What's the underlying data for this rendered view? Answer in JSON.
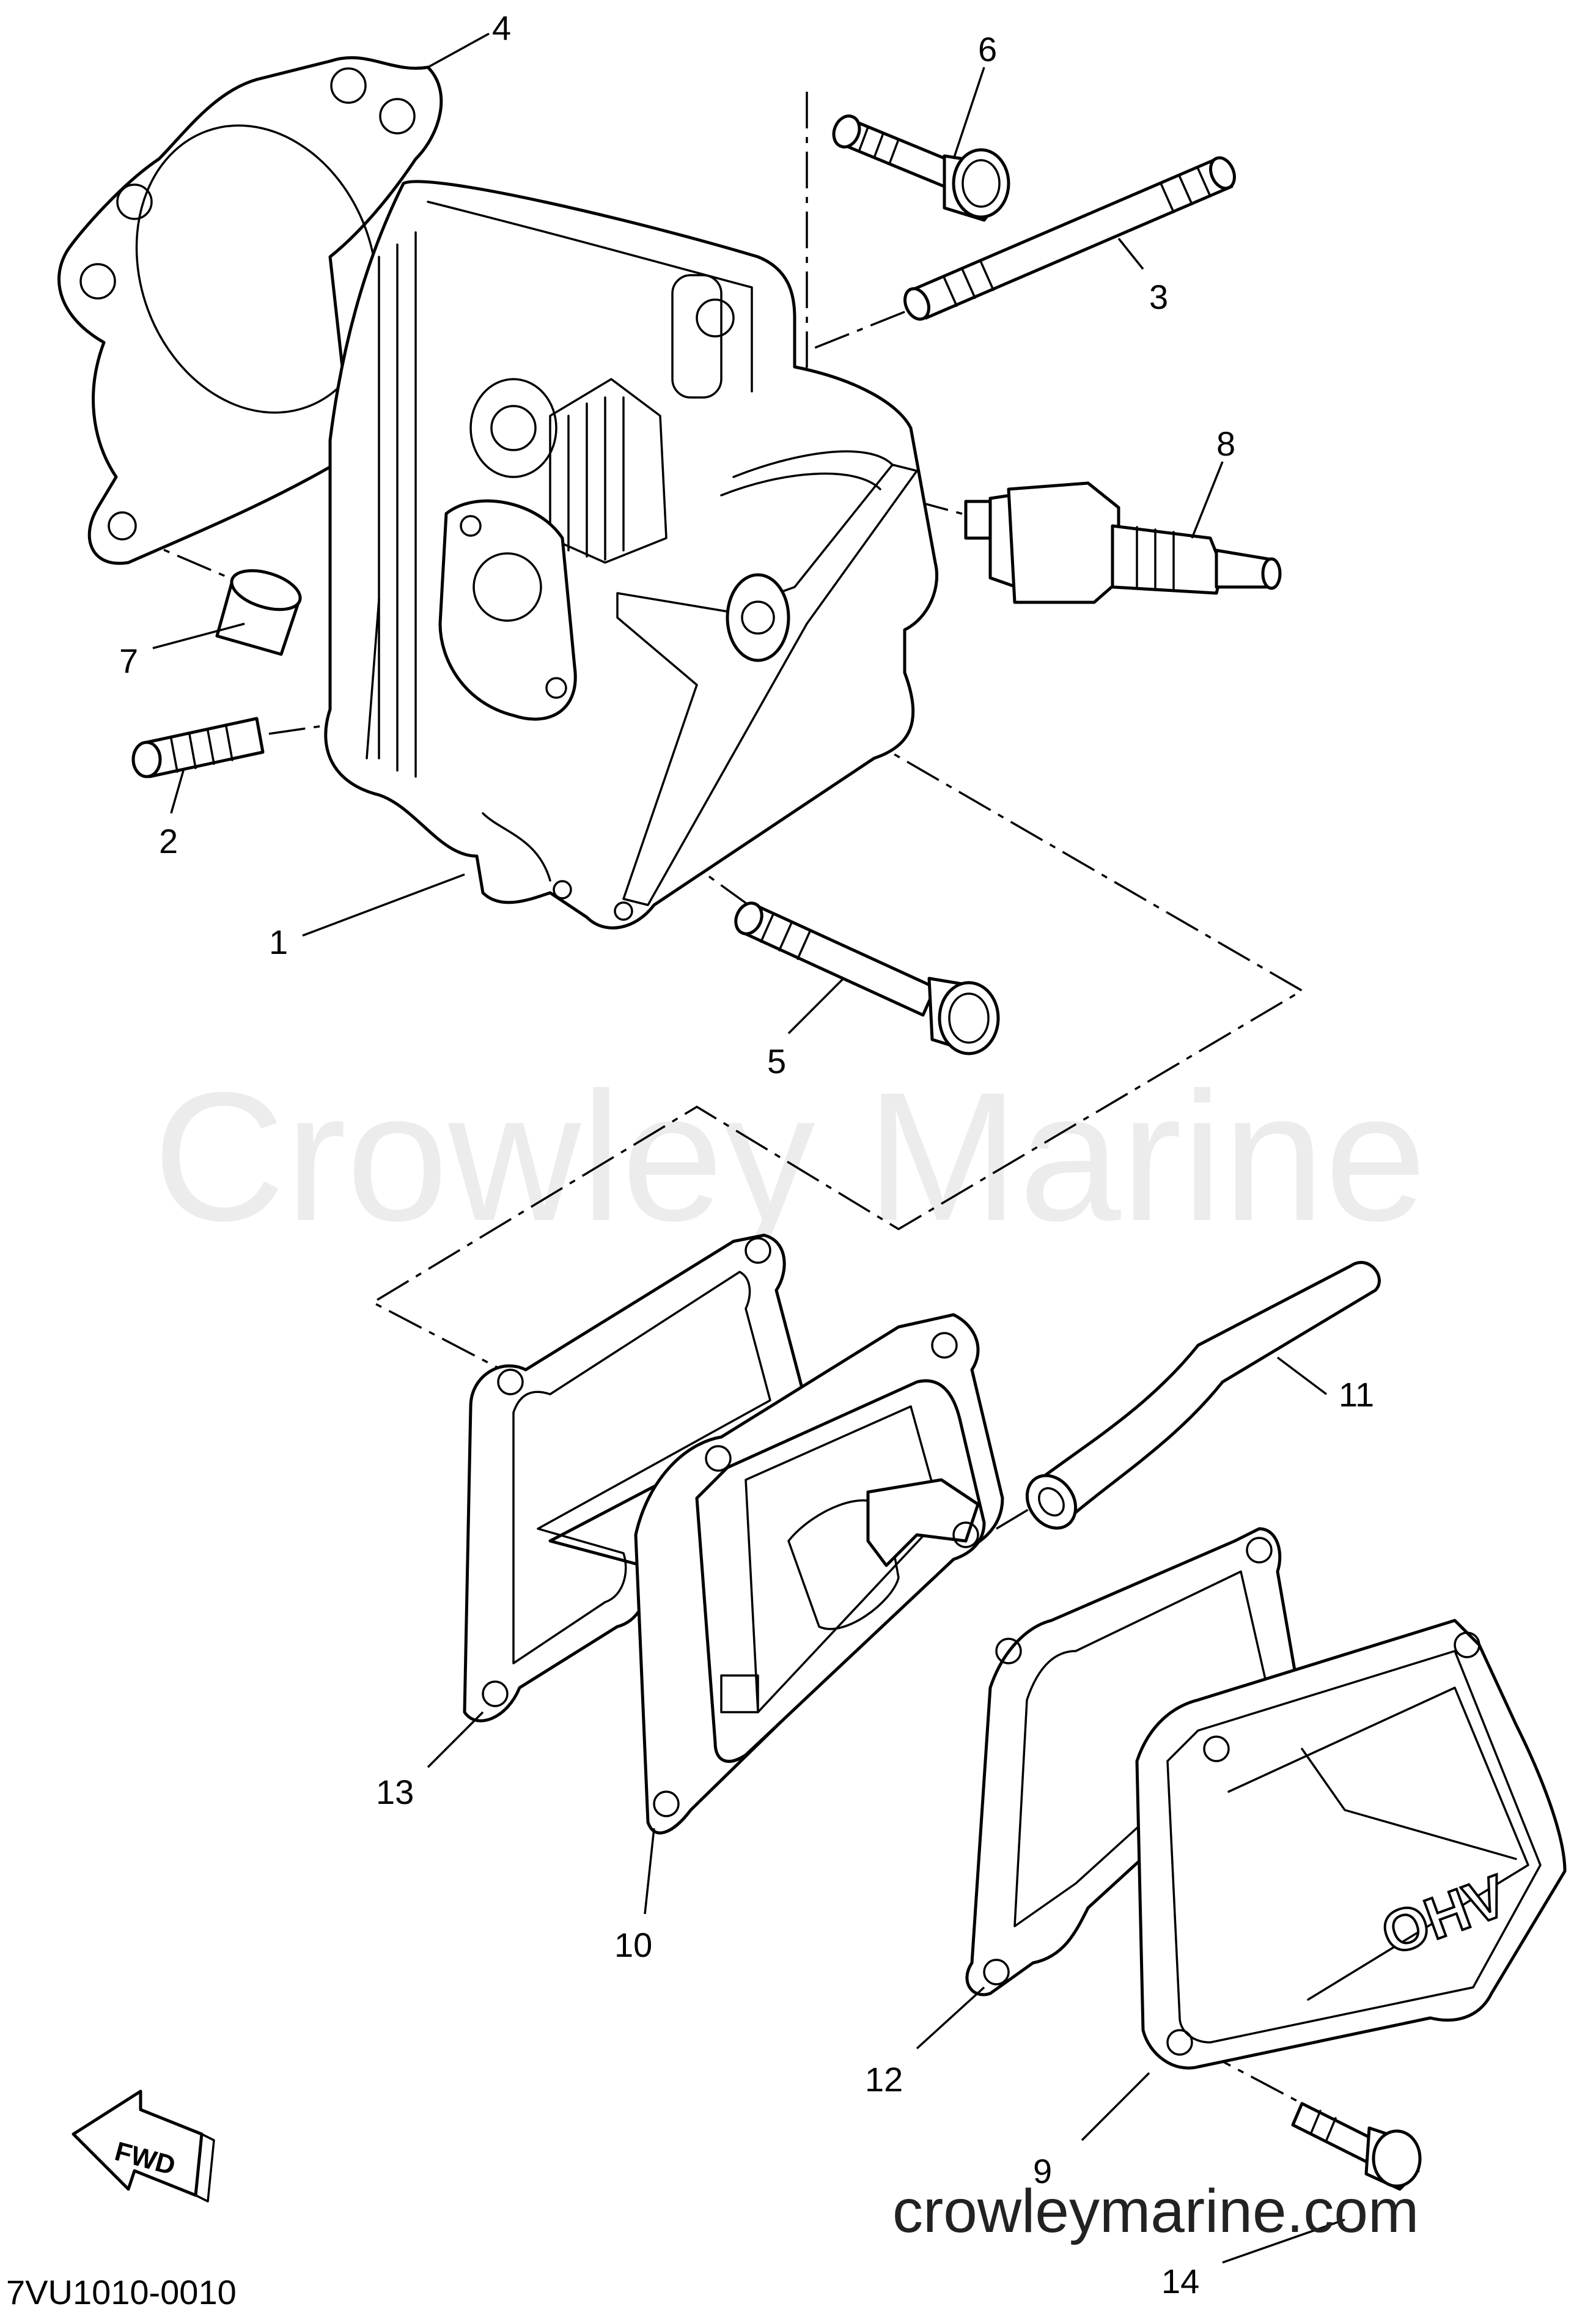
{
  "watermark": {
    "brand": "Crowley Marine",
    "url": "crowleymarine.com"
  },
  "diagram_code": "7VU1010-0010",
  "fwd_label": "FWD",
  "cover_emboss": "OHV",
  "callouts": [
    "1",
    "2",
    "3",
    "4",
    "5",
    "6",
    "7",
    "8",
    "9",
    "10",
    "11",
    "12",
    "13",
    "14"
  ]
}
